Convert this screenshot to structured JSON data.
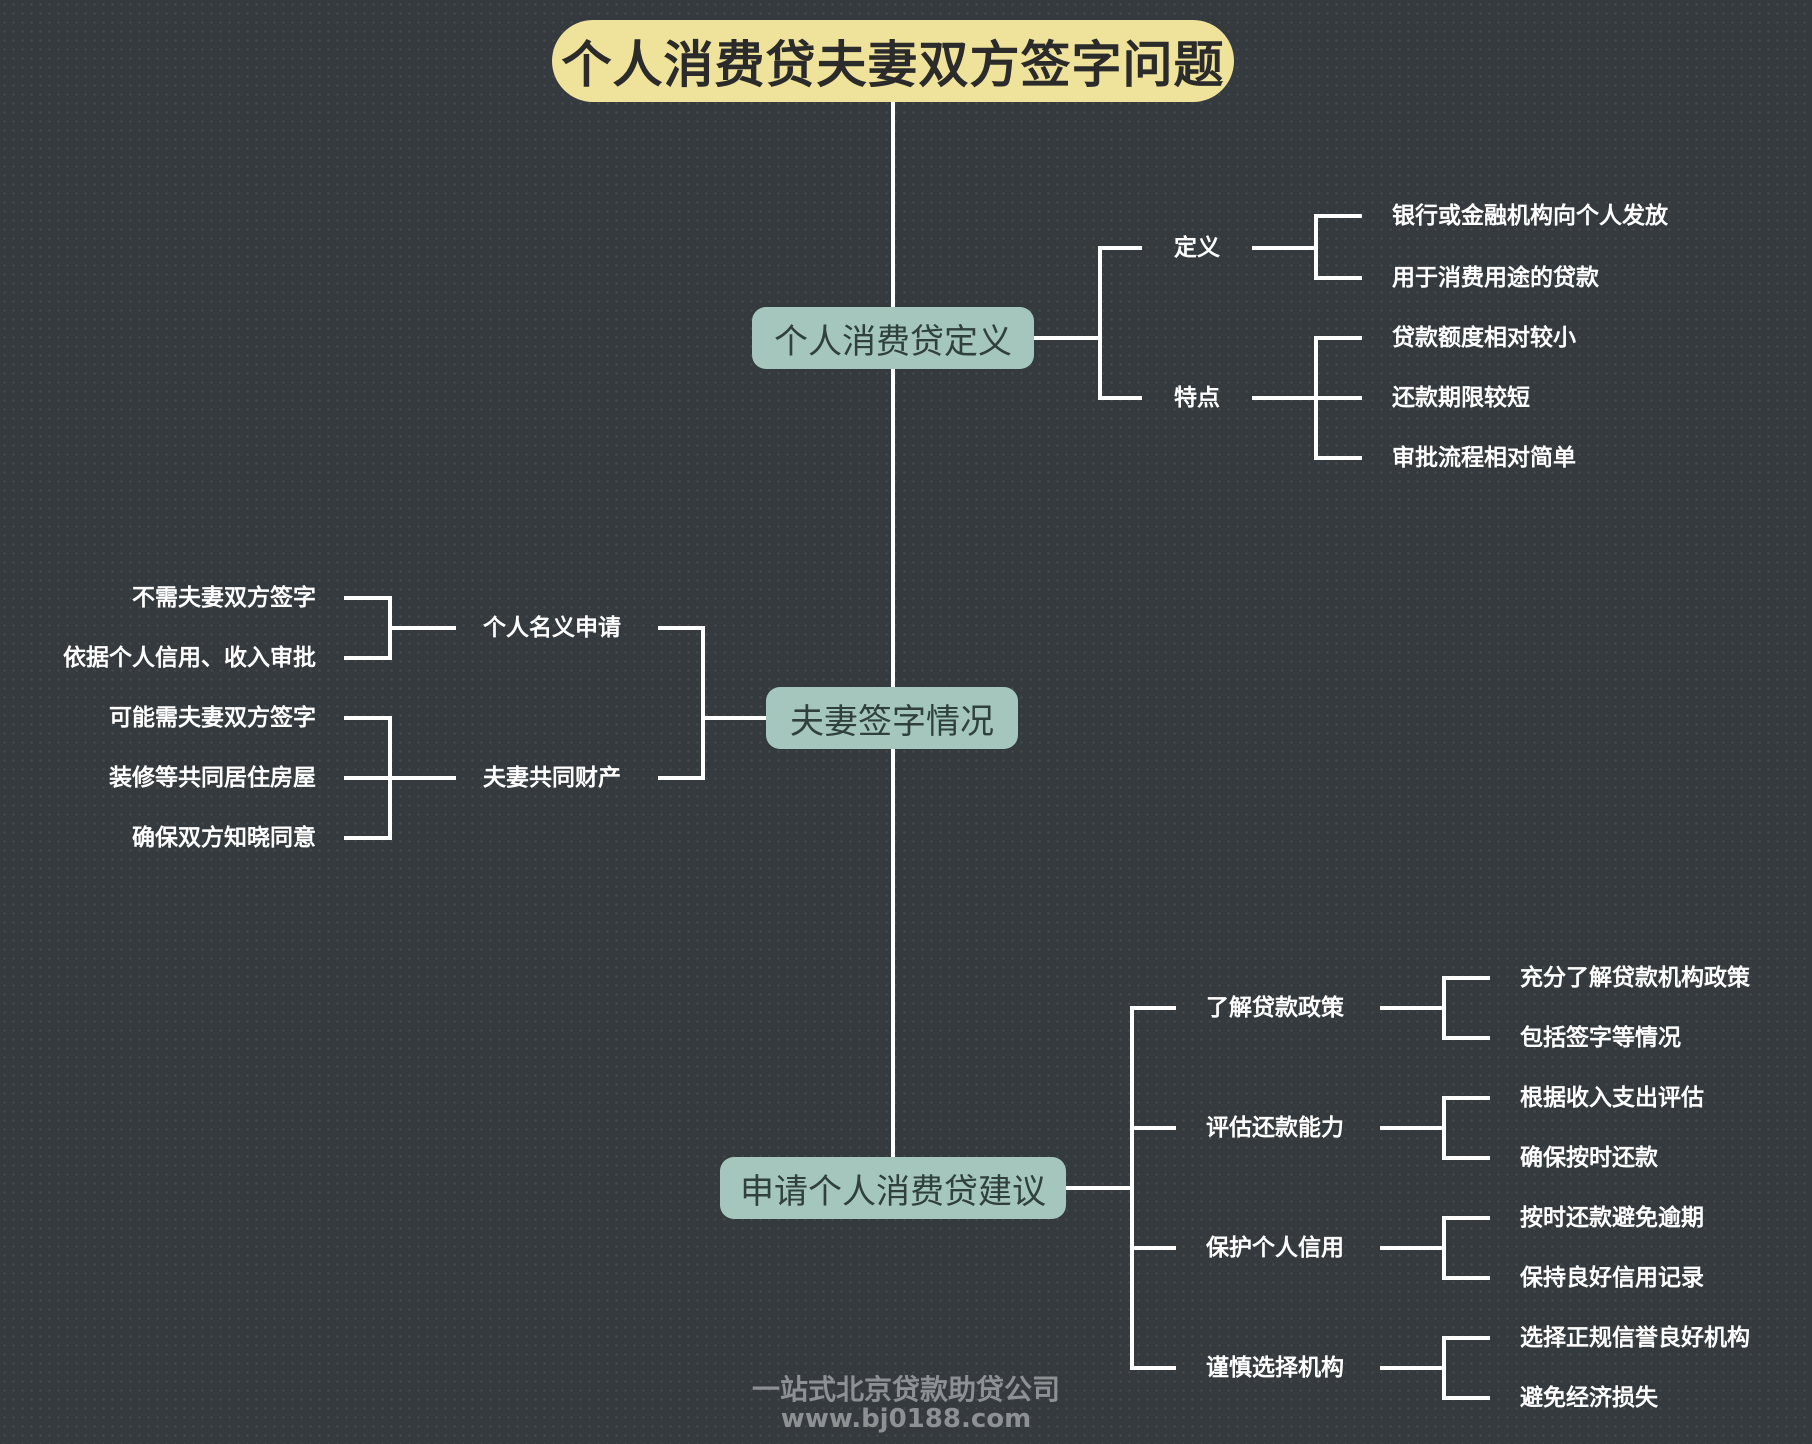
{
  "title": "个人消费贷夫妻双方签字问题",
  "branches": [
    {
      "label": "个人消费贷定义",
      "children": [
        {
          "label": "定义",
          "items": [
            "银行或金融机构向个人发放",
            "用于消费用途的贷款"
          ]
        },
        {
          "label": "特点",
          "items": [
            "贷款额度相对较小",
            "还款期限较短",
            "审批流程相对简单"
          ]
        }
      ]
    },
    {
      "label": "夫妻签字情况",
      "children": [
        {
          "label": "个人名义申请",
          "items": [
            "不需夫妻双方签字",
            "依据个人信用、收入审批"
          ]
        },
        {
          "label": "夫妻共同财产",
          "items": [
            "可能需夫妻双方签字",
            "装修等共同居住房屋",
            "确保双方知晓同意"
          ]
        }
      ]
    },
    {
      "label": "申请个人消费贷建议",
      "children": [
        {
          "label": "了解贷款政策",
          "items": [
            "充分了解贷款机构政策",
            "包括签字等情况"
          ]
        },
        {
          "label": "评估还款能力",
          "items": [
            "根据收入支出评估",
            "确保按时还款"
          ]
        },
        {
          "label": "保护个人信用",
          "items": [
            "按时还款避免逾期",
            "保持良好信用记录"
          ]
        },
        {
          "label": "谨慎选择机构",
          "items": [
            "选择正规信誉良好机构",
            "避免经济损失"
          ]
        }
      ]
    }
  ],
  "watermark": {
    "line1": "一站式北京贷款助贷公司",
    "line2": "www.bj0188.com"
  },
  "colors": {
    "background": "#343a3d",
    "title_bg": "#efe39c",
    "node_bg": "#a4c6bd",
    "lines": "#ffffff"
  }
}
